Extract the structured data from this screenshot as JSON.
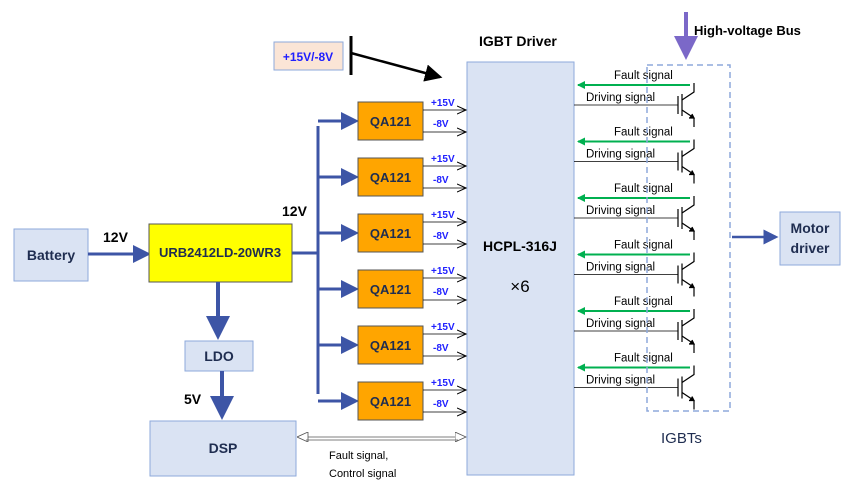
{
  "labels": {
    "battery": "Battery",
    "v12_left": "12V",
    "converter": "URB2412LD-20WR3",
    "v12_right": "12V",
    "ldo": "LDO",
    "v5": "5V",
    "dsp": "DSP",
    "supply_box": "+15V/-8V",
    "driver_title": "IGBT Driver",
    "driver_chip": "HCPL-316J",
    "driver_count": "×6",
    "hv_bus": "High-voltage Bus",
    "motor_driver_line1": "Motor",
    "motor_driver_line2": "driver",
    "igbts": "IGBTs",
    "dsp_link_line1": "Fault signal,",
    "dsp_link_line2": "Control signal"
  },
  "modules": [
    {
      "name": "QA121",
      "pos": "+15V",
      "neg": "-8V"
    },
    {
      "name": "QA121",
      "pos": "+15V",
      "neg": "-8V"
    },
    {
      "name": "QA121",
      "pos": "+15V",
      "neg": "-8V"
    },
    {
      "name": "QA121",
      "pos": "+15V",
      "neg": "-8V"
    },
    {
      "name": "QA121",
      "pos": "+15V",
      "neg": "-8V"
    },
    {
      "name": "QA121",
      "pos": "+15V",
      "neg": "-8V"
    }
  ],
  "channels": [
    {
      "fault": "Fault signal",
      "drive": "Driving signal"
    },
    {
      "fault": "Fault signal",
      "drive": "Driving signal"
    },
    {
      "fault": "Fault signal",
      "drive": "Driving signal"
    },
    {
      "fault": "Fault signal",
      "drive": "Driving signal"
    },
    {
      "fault": "Fault signal",
      "drive": "Driving signal"
    },
    {
      "fault": "Fault signal",
      "drive": "Driving signal"
    }
  ],
  "colors": {
    "box_blue": "#dae3f3",
    "box_blue_border": "#8ea9db",
    "converter_yellow": "#ffff00",
    "module_orange": "#ffa500",
    "supply_pink": "#fbe5d6",
    "arrow_blue": "#3d55a6",
    "fault_green": "#00b050",
    "label_blue": "#2020ff",
    "hv_arrow": "#7b68c8"
  }
}
